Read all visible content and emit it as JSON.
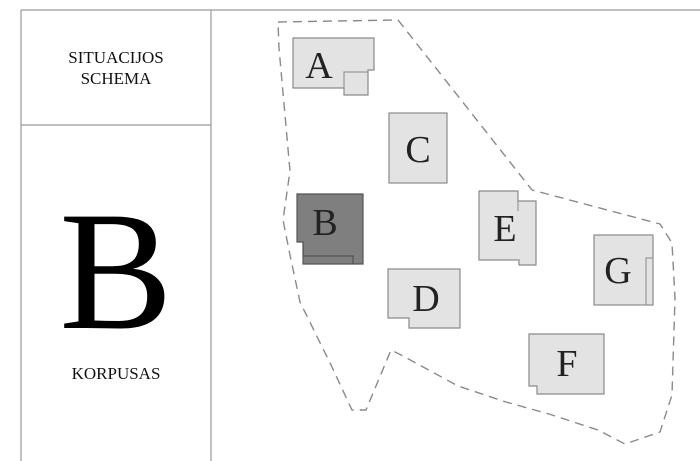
{
  "header": {
    "title": "SITUACIJOS SCHEMA"
  },
  "legend": {
    "selected_letter": "B",
    "caption": "KORPUSAS"
  },
  "colors": {
    "building_fill": "#e3e3e3",
    "building_stroke": "#8a8a8a",
    "selected_fill": "#7f7f7f",
    "selected_stroke": "#555555",
    "boundary_stroke": "#8a8a8a",
    "frame_stroke": "#9a9a9a"
  },
  "site_plan": {
    "buildings": [
      {
        "label": "A",
        "selected": false
      },
      {
        "label": "B",
        "selected": true
      },
      {
        "label": "C",
        "selected": false
      },
      {
        "label": "D",
        "selected": false
      },
      {
        "label": "E",
        "selected": false
      },
      {
        "label": "F",
        "selected": false
      },
      {
        "label": "G",
        "selected": false
      }
    ]
  }
}
